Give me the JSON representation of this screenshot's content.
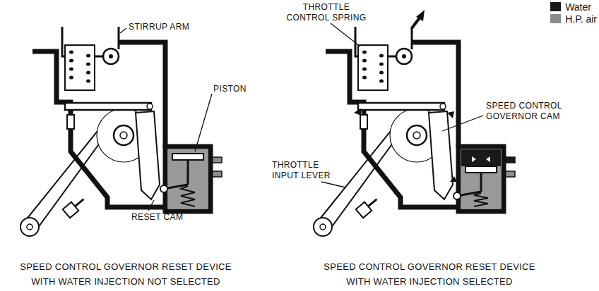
{
  "diagram": {
    "labels": [
      "STIRRUP ARM",
      "PISTON",
      "RESET CAM",
      "THROTTLE CONTROL SPRING",
      "SPEED CONTROL GOVERNOR CAM",
      "THROTTLE INPUT LEVER",
      "SPEED CONTROL GOVERNOR RESET DEVICE WITH WATER INJECTION NOT SELECTED",
      "SPEED CONTROL GOVERNOR RESET DEVICE WITH WATER INJECTION SELECTED"
    ],
    "legend": [
      {
        "text": "Water",
        "color": "#1a1a1a"
      },
      {
        "text": "H.P. air",
        "color": "#8c8c8c"
      }
    ]
  }
}
